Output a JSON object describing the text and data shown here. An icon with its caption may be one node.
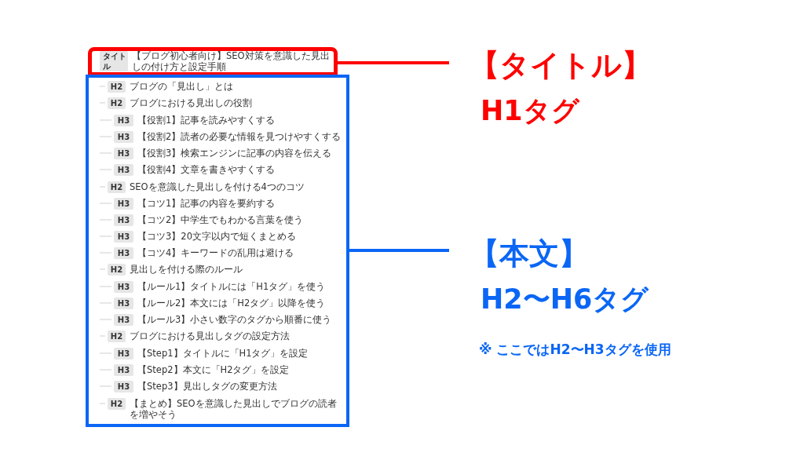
{
  "diagram": {
    "nodes": [
      {
        "text": [],
        "shape": "box"
      },
      {
        "text": [
          "タイトル"
        ],
        "beside": [
          "【ブログ初心者向け】SEO対策を意識した見出しの付け方と設定手順"
        ],
        "in": 0
      },
      {
        "text": [],
        "shape": "box"
      },
      {
        "text": [
          "H2"
        ],
        "beside": [
          "ブログの「見出し」とは"
        ],
        "in": 2
      },
      {
        "text": [
          "H2"
        ],
        "beside": [
          "ブログにおける見出しの役割"
        ],
        "in": 2
      },
      {
        "text": [
          "H3"
        ],
        "beside": [
          "【役割1】記事を読みやすくする"
        ],
        "in": 2
      },
      {
        "text": [
          "H3"
        ],
        "beside": [
          "【役割2】読者の必要な情報を見つけやすくする"
        ],
        "in": 2
      },
      {
        "text": [
          "H3"
        ],
        "beside": [
          "【役割3】検索エンジンに記事の内容を伝える"
        ],
        "in": 2
      },
      {
        "text": [
          "H3"
        ],
        "beside": [
          "【役割4】文章を書きやすくする"
        ],
        "in": 2
      },
      {
        "text": [
          "H2"
        ],
        "beside": [
          "SEOを意識した見出しを付ける4つのコツ"
        ],
        "in": 2
      },
      {
        "text": [
          "H3"
        ],
        "beside": [
          "【コツ1】記事の内容を要約する"
        ],
        "in": 2
      },
      {
        "text": [
          "H3"
        ],
        "beside": [
          "【コツ2】中学生でもわかる言葉を使う"
        ],
        "in": 2
      },
      {
        "text": [
          "H3"
        ],
        "beside": [
          "【コツ3】20文字以内で短くまとめる"
        ],
        "in": 2
      },
      {
        "text": [
          "H3"
        ],
        "beside": [
          "【コツ4】キーワードの乱用は避ける"
        ],
        "in": 2
      },
      {
        "text": [
          "H2"
        ],
        "beside": [
          "見出しを付ける際のルール"
        ],
        "in": 2
      },
      {
        "text": [
          "H3"
        ],
        "beside": [
          "【ルール1】タイトルには「H1タグ」を使う"
        ],
        "in": 2
      },
      {
        "text": [
          "H3"
        ],
        "beside": [
          "【ルール2】本文には「H2タグ」以降を使う"
        ],
        "in": 2
      },
      {
        "text": [
          "H3"
        ],
        "beside": [
          "【ルール3】小さい数字のタグから順番に使う"
        ],
        "in": 2
      },
      {
        "text": [
          "H2"
        ],
        "beside": [
          "ブログにおける見出しタグの設定方法"
        ],
        "in": 2
      },
      {
        "text": [
          "H3"
        ],
        "beside": [
          "【Step1】タイトルに「H1タグ」を設定"
        ],
        "in": 2
      },
      {
        "text": [
          "H3"
        ],
        "beside": [
          "【Step2】本文に「H2タグ」を設定"
        ],
        "in": 2
      },
      {
        "text": [
          "H3"
        ],
        "beside": [
          "【Step3】見出しタグの変更方法"
        ],
        "in": 2
      },
      {
        "text": [
          "H2"
        ],
        "beside": [
          "【まとめ】SEOを意識した見出しでブログの読者を増やそう"
        ],
        "in": 2
      },
      {
        "text": [
          "【タイトル】",
          "H1タグ"
        ]
      },
      {
        "text": [
          "【本文】",
          "H2〜H6タグ"
        ]
      }
    ],
    "edges": [
      {
        "from": 0,
        "to": 23,
        "arrow": "none",
        "color": "#ff0000"
      },
      {
        "from": 2,
        "to": 24,
        "arrow": "none",
        "color": "#0a66f5"
      }
    ],
    "labels": [
      "※ ここではH2〜H3タグを使用"
    ]
  }
}
